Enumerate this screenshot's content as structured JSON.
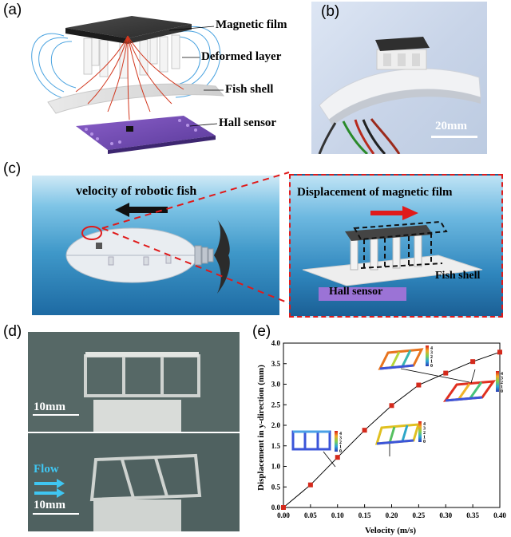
{
  "panel_a": {
    "letter": "(a)",
    "labels": {
      "film": "Magnetic film",
      "deformed": "Deformed layer",
      "shell": "Fish shell",
      "hall": "Hall sensor"
    }
  },
  "panel_b": {
    "letter": "(b)",
    "scale": "20mm"
  },
  "panel_c": {
    "letter": "(c)",
    "velocity_label": "velocity of robotic fish",
    "displacement_label": "Displacement of magnetic film",
    "shell_label": "Fish shell",
    "hall_label": "Hall sensor"
  },
  "panel_d": {
    "letter": "(d)",
    "scale_top": "10mm",
    "scale_bottom": "10mm",
    "flow_label": "Flow"
  },
  "panel_e": {
    "letter": "(e)",
    "colorbar_ticks": [
      "4",
      "3",
      "2",
      "1",
      "0"
    ]
  },
  "chart_data": {
    "type": "line",
    "xlabel": "Velocity (m/s)",
    "ylabel": "Displacement in y-direction (mm)",
    "xlim": [
      0.0,
      0.4
    ],
    "ylim": [
      0.0,
      4.0
    ],
    "xticks": [
      "0.00",
      "0.05",
      "0.10",
      "0.15",
      "0.20",
      "0.25",
      "0.30",
      "0.35",
      "0.40"
    ],
    "yticks": [
      "0.0",
      "0.5",
      "1.0",
      "1.5",
      "2.0",
      "2.5",
      "3.0",
      "3.5",
      "4.0"
    ],
    "marker_color": "#d42a1c",
    "x": [
      0.0,
      0.05,
      0.1,
      0.15,
      0.2,
      0.25,
      0.3,
      0.35,
      0.4
    ],
    "y": [
      0.0,
      0.55,
      1.22,
      1.88,
      2.48,
      2.98,
      3.27,
      3.55,
      3.78
    ]
  }
}
